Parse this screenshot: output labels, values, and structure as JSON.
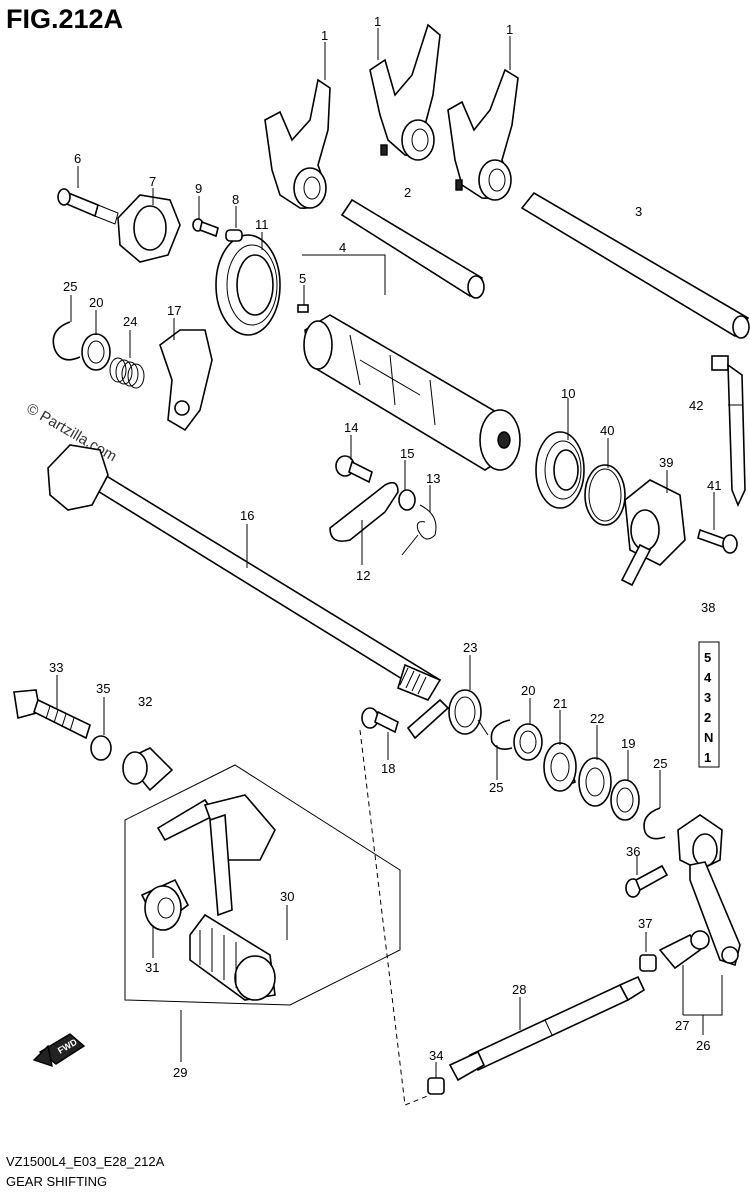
{
  "figure": {
    "title": "FIG.212A",
    "code": "VZ1500L4_E03_E28_212A",
    "name": "GEAR SHIFTING",
    "watermark": "© Partzilla.com"
  },
  "gear_indicator": [
    "5",
    "4",
    "3",
    "2",
    "N",
    "1"
  ],
  "callouts": [
    {
      "id": "c1a",
      "text": "1"
    },
    {
      "id": "c1b",
      "text": "1"
    },
    {
      "id": "c1c",
      "text": "1"
    },
    {
      "id": "c2",
      "text": "2"
    },
    {
      "id": "c3",
      "text": "3"
    },
    {
      "id": "c4",
      "text": "4"
    },
    {
      "id": "c5",
      "text": "5"
    },
    {
      "id": "c6",
      "text": "6"
    },
    {
      "id": "c7",
      "text": "7"
    },
    {
      "id": "c8",
      "text": "8"
    },
    {
      "id": "c9",
      "text": "9"
    },
    {
      "id": "c10",
      "text": "10"
    },
    {
      "id": "c11",
      "text": "11"
    },
    {
      "id": "c12",
      "text": "12"
    },
    {
      "id": "c13",
      "text": "13"
    },
    {
      "id": "c14",
      "text": "14"
    },
    {
      "id": "c15",
      "text": "15"
    },
    {
      "id": "c16",
      "text": "16"
    },
    {
      "id": "c17",
      "text": "17"
    },
    {
      "id": "c18",
      "text": "18"
    },
    {
      "id": "c19",
      "text": "19"
    },
    {
      "id": "c20a",
      "text": "20"
    },
    {
      "id": "c20b",
      "text": "20"
    },
    {
      "id": "c21",
      "text": "21"
    },
    {
      "id": "c22",
      "text": "22"
    },
    {
      "id": "c23",
      "text": "23"
    },
    {
      "id": "c24",
      "text": "24"
    },
    {
      "id": "c25a",
      "text": "25"
    },
    {
      "id": "c25b",
      "text": "25"
    },
    {
      "id": "c25c",
      "text": "25"
    },
    {
      "id": "c26",
      "text": "26"
    },
    {
      "id": "c27",
      "text": "27"
    },
    {
      "id": "c28",
      "text": "28"
    },
    {
      "id": "c29",
      "text": "29"
    },
    {
      "id": "c30",
      "text": "30"
    },
    {
      "id": "c31",
      "text": "31"
    },
    {
      "id": "c32",
      "text": "32"
    },
    {
      "id": "c33",
      "text": "33"
    },
    {
      "id": "c34",
      "text": "34"
    },
    {
      "id": "c35",
      "text": "35"
    },
    {
      "id": "c36",
      "text": "36"
    },
    {
      "id": "c37",
      "text": "37"
    },
    {
      "id": "c38",
      "text": "38"
    },
    {
      "id": "c39",
      "text": "39"
    },
    {
      "id": "c40",
      "text": "40"
    },
    {
      "id": "c41",
      "text": "41"
    },
    {
      "id": "c42",
      "text": "42"
    }
  ],
  "fwd_label": "FWD"
}
